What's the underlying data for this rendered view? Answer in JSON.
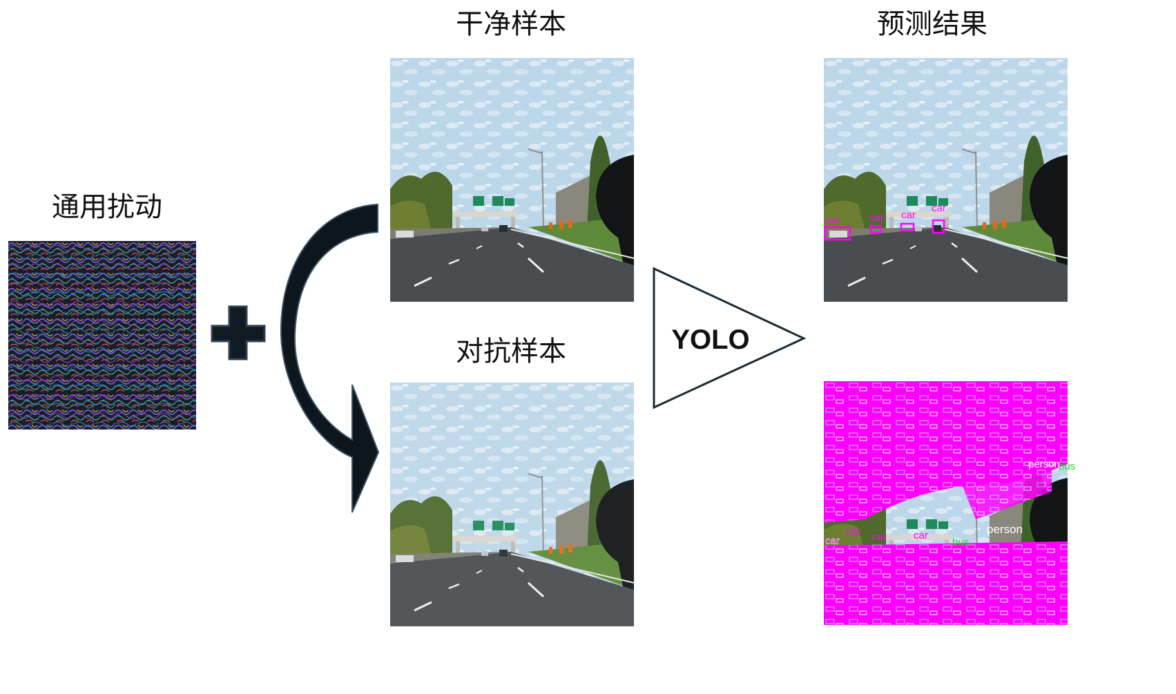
{
  "labels": {
    "perturbation": "通用扰动",
    "clean": "干净样本",
    "adversarial": "对抗样本",
    "prediction": "预测结果",
    "model": "YOLO"
  },
  "detections": {
    "clean_boxes": [
      "car",
      "car",
      "car",
      "car"
    ],
    "adv_text": [
      "car",
      "car",
      "car",
      "car",
      "bus",
      "person",
      "person",
      "bus"
    ]
  },
  "colors": {
    "arrow": "#0f1a22",
    "box": "#ff00ff",
    "sky": "#b8d4e8",
    "road": "#4a4d4f",
    "magenta": "#ff00ff"
  },
  "icons": {
    "plus": "plus-icon",
    "arrow": "curved-arrow-icon",
    "model": "triangle-icon"
  }
}
